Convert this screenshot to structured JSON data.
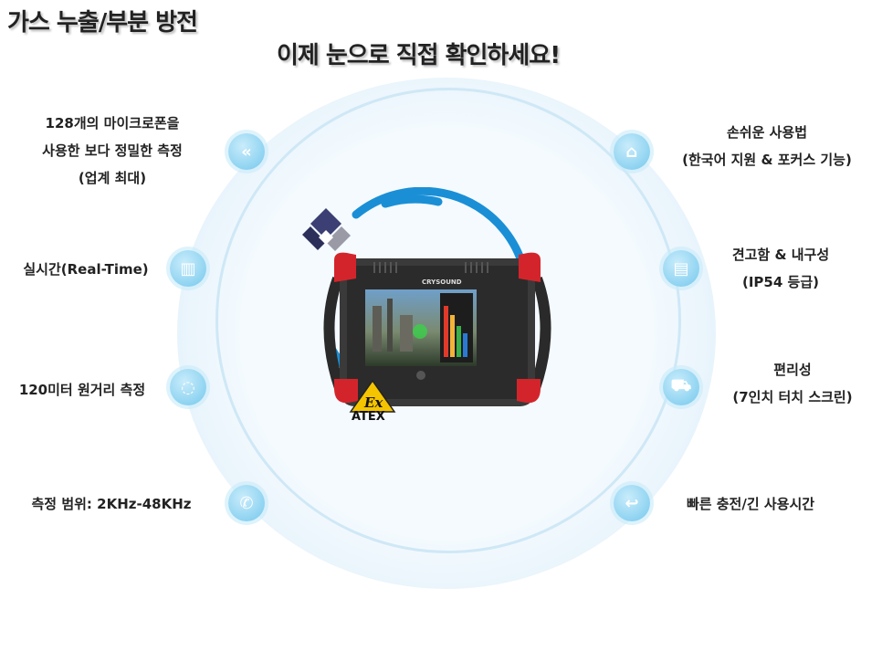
{
  "header": {
    "line1": "가스 누출/부분 방전",
    "line2": "이제 눈으로 직접 확인하세요!"
  },
  "features_left": [
    {
      "lines": [
        "128개의 마이크로폰을",
        "사용한 보다 정밀한 측정",
        "(업계 최대)"
      ],
      "icon": "double-chevron-left-icon"
    },
    {
      "lines": [
        "실시간(Real-Time)"
      ],
      "icon": "buildings-icon"
    },
    {
      "lines": [
        "120미터 원거리 측정"
      ],
      "icon": "circle-target-icon"
    },
    {
      "lines": [
        "측정 범위: 2KHz-48KHz"
      ],
      "icon": "phone-icon"
    }
  ],
  "features_right": [
    {
      "lines": [
        "손쉬운 사용법",
        "(한국어 지원 & 포커스 기능)"
      ],
      "icon": "bank-icon"
    },
    {
      "lines": [
        "견고함 & 내구성",
        "(IP54 등급)"
      ],
      "icon": "book-icon"
    },
    {
      "lines": [
        "편리성",
        "(7인치 터치 스크린)"
      ],
      "icon": "cart-icon"
    },
    {
      "lines": [
        "빠른 충전/긴 사용시간"
      ],
      "icon": "return-arrow-icon"
    }
  ],
  "product": {
    "brand_on_device": "CRYSOUND",
    "certification": "ATEX",
    "cert_symbol": "Ex"
  },
  "colors": {
    "accent_blue": "#1a8fd6",
    "ring_light": "#cfe8f6",
    "icon_blue": "#8ed3f1",
    "device_red": "#d4242b",
    "atex_yellow": "#f5c400"
  }
}
